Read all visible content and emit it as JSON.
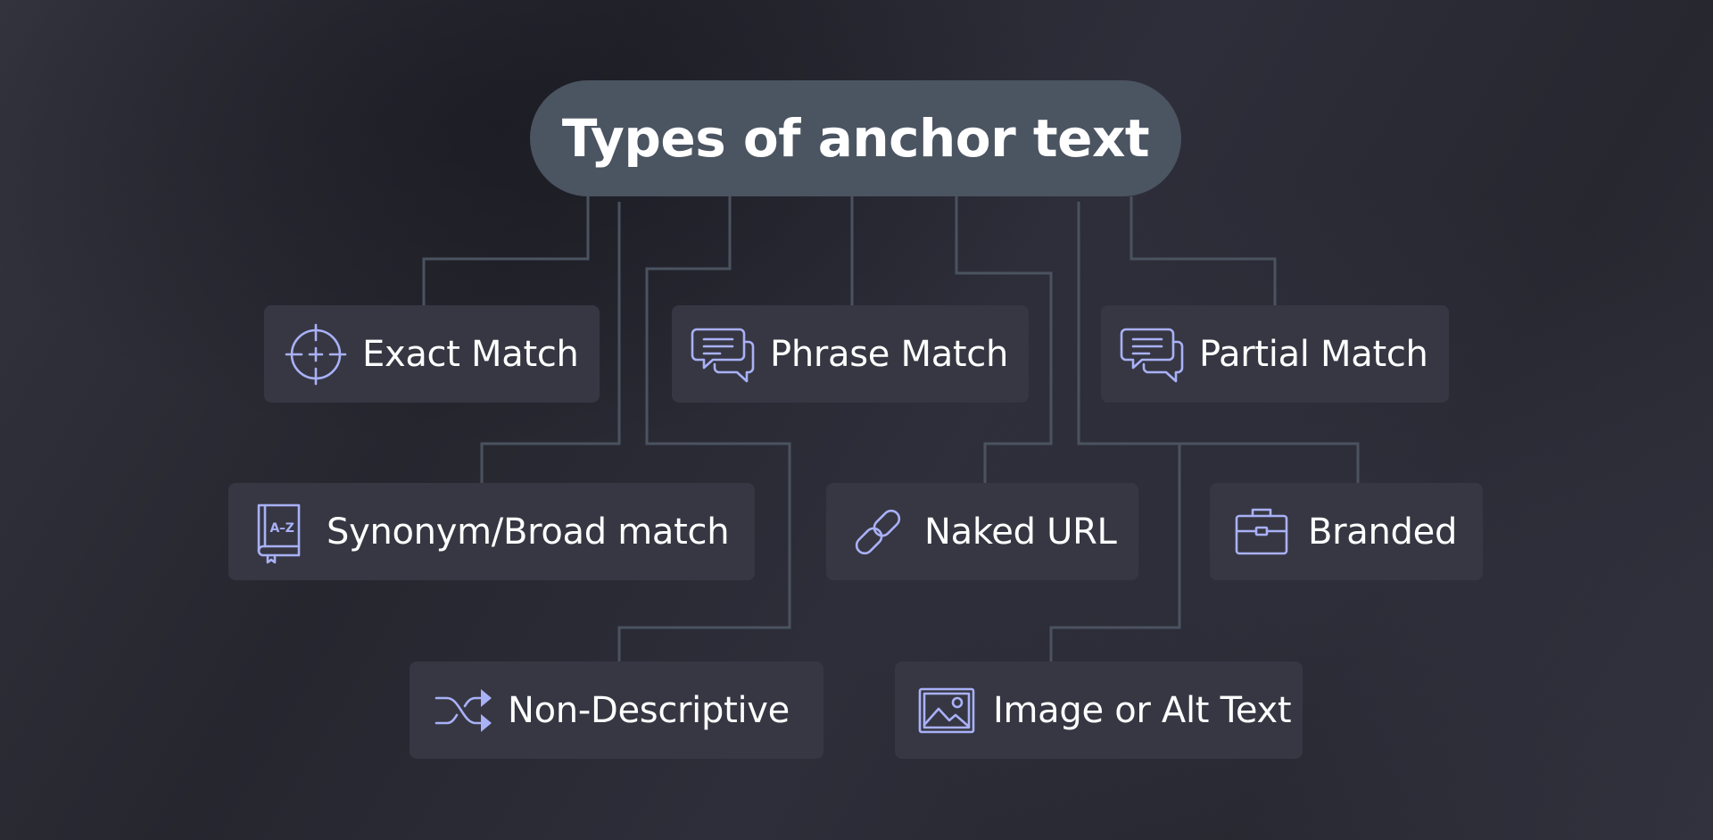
{
  "title": "Types of anchor text",
  "colors": {
    "accent_icon": "#a9b1f7",
    "node_background": "#373743",
    "title_background": "#4b5461",
    "connector": "#4a535f",
    "text": "#ffffff"
  },
  "nodes": {
    "exact_match": {
      "label": "Exact Match",
      "icon": "crosshair-icon"
    },
    "phrase_match": {
      "label": "Phrase Match",
      "icon": "chat-bubbles-icon"
    },
    "partial_match": {
      "label": "Partial Match",
      "icon": "chat-bubbles-icon"
    },
    "synonym_broad": {
      "label": "Synonym/Broad match",
      "icon": "dictionary-book-icon",
      "icon_text": "A–Z"
    },
    "naked_url": {
      "label": "Naked URL",
      "icon": "link-icon"
    },
    "branded": {
      "label": "Branded",
      "icon": "briefcase-icon"
    },
    "non_descriptive": {
      "label": "Non-Descriptive",
      "icon": "shuffle-icon"
    },
    "image_alt": {
      "label": "Image or Alt Text",
      "icon": "image-icon"
    }
  }
}
